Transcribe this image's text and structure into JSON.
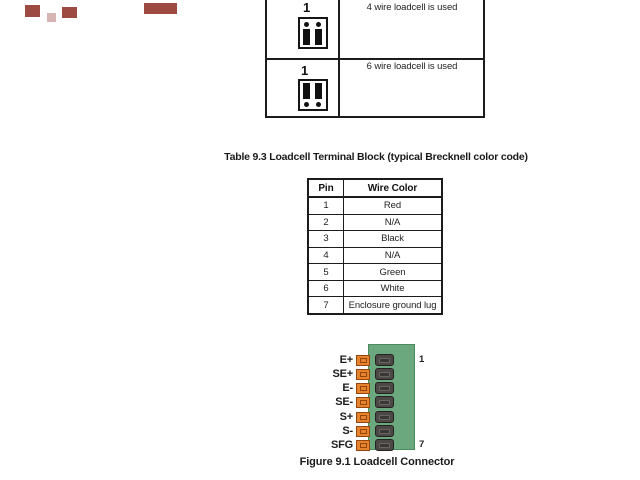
{
  "jumper_table": {
    "rows": [
      {
        "jumper_label": "1",
        "description": "4 wire loadcell is used"
      },
      {
        "jumper_label": "1",
        "description": "6 wire loadcell is used"
      }
    ]
  },
  "table_caption": "Table 9.3  Loadcell Terminal Block (typical Brecknell color code)",
  "pin_table": {
    "headers": [
      "Pin",
      "Wire Color"
    ],
    "rows": [
      {
        "pin": "1",
        "color": "Red"
      },
      {
        "pin": "2",
        "color": "N/A"
      },
      {
        "pin": "3",
        "color": "Black"
      },
      {
        "pin": "4",
        "color": "N/A"
      },
      {
        "pin": "5",
        "color": "Green"
      },
      {
        "pin": "6",
        "color": "White"
      },
      {
        "pin": "7",
        "color": "Enclosure ground lug"
      }
    ]
  },
  "connector": {
    "labels": [
      "E+",
      "SE+",
      "E-",
      "SE-",
      "S+",
      "S-",
      "SFG"
    ],
    "first_pin": "1",
    "last_pin": "7",
    "colors": {
      "body_green": "#6ba87d",
      "screw_orange": "#e8832d",
      "screw_border": "#93470f",
      "slot_gray": "#4c4846"
    }
  },
  "figure_caption": "Figure 9.1  Loadcell Connector",
  "artifact_color": "#8c2a21"
}
